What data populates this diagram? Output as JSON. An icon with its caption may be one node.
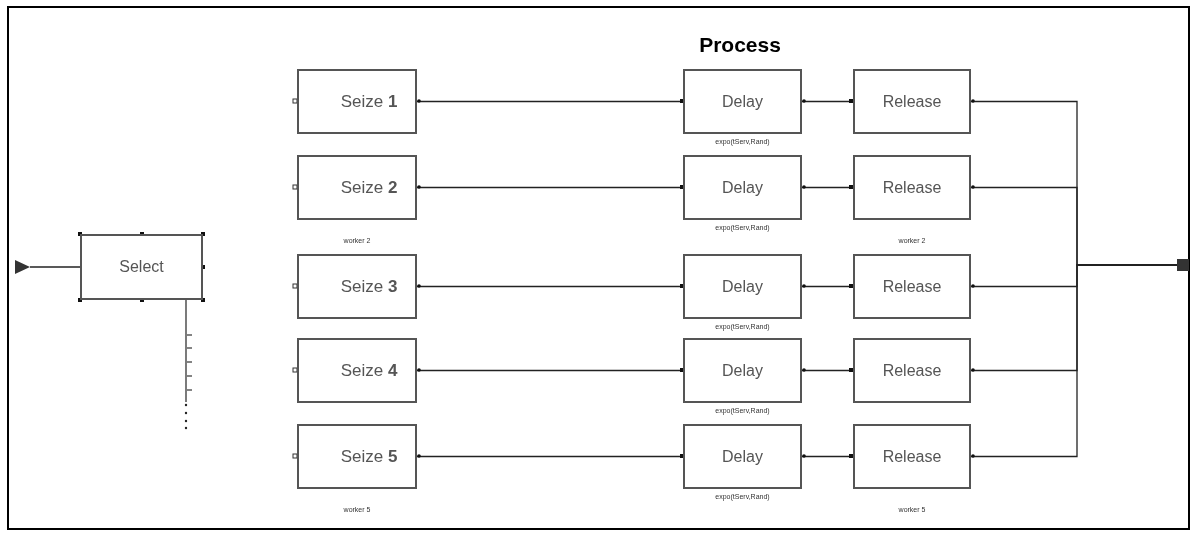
{
  "diagram": {
    "title": "Process",
    "nodes": [
      {
        "text": [],
        "shape": "triangle"
      },
      {
        "text": [
          "Select"
        ]
      },
      {
        "text": [
          "Seize **1**"
        ]
      },
      {
        "text": [
          "Seize **2**"
        ],
        "beside": [
          "worker 2"
        ]
      },
      {
        "text": [
          "Seize **3**"
        ]
      },
      {
        "text": [
          "Seize **4**"
        ]
      },
      {
        "text": [
          "Seize **5**"
        ],
        "beside": [
          "worker 5"
        ]
      },
      {
        "text": [
          "Delay"
        ],
        "beside": [
          "expo(tServ,Rand)"
        ]
      },
      {
        "text": [
          "Delay"
        ],
        "beside": [
          "expo(tServ,Rand)"
        ]
      },
      {
        "text": [
          "Delay"
        ],
        "beside": [
          "expo(tServ,Rand)"
        ]
      },
      {
        "text": [
          "Delay"
        ],
        "beside": [
          "expo(tServ,Rand)"
        ]
      },
      {
        "text": [
          "Delay"
        ],
        "beside": [
          "expo(tServ,Rand)"
        ]
      },
      {
        "text": [
          "Release"
        ]
      },
      {
        "text": [
          "Release"
        ],
        "beside": [
          "worker 2"
        ]
      },
      {
        "text": [
          "Release"
        ]
      },
      {
        "text": [
          "Release"
        ]
      },
      {
        "text": [
          "Release"
        ],
        "beside": [
          "worker 5"
        ]
      },
      {
        "text": [],
        "shape": "box"
      }
    ],
    "edges": [
      {
        "from": 0,
        "to": 1,
        "arrow": "none"
      },
      {
        "from": 2,
        "to": 7,
        "arrow": "none"
      },
      {
        "from": 3,
        "to": 8,
        "arrow": "none"
      },
      {
        "from": 4,
        "to": 9,
        "arrow": "none"
      },
      {
        "from": 5,
        "to": 10,
        "arrow": "none"
      },
      {
        "from": 6,
        "to": 11,
        "arrow": "none"
      },
      {
        "from": 7,
        "to": 12,
        "arrow": "none"
      },
      {
        "from": 8,
        "to": 13,
        "arrow": "none"
      },
      {
        "from": 9,
        "to": 14,
        "arrow": "none"
      },
      {
        "from": 10,
        "to": 15,
        "arrow": "none"
      },
      {
        "from": 11,
        "to": 16,
        "arrow": "none"
      },
      {
        "from": 12,
        "to": 17,
        "arrow": "none"
      },
      {
        "from": 13,
        "to": 17,
        "arrow": "none"
      },
      {
        "from": 14,
        "to": 17,
        "arrow": "none"
      },
      {
        "from": 15,
        "to": 17,
        "arrow": "none"
      },
      {
        "from": 16,
        "to": 17,
        "arrow": "none"
      }
    ]
  }
}
